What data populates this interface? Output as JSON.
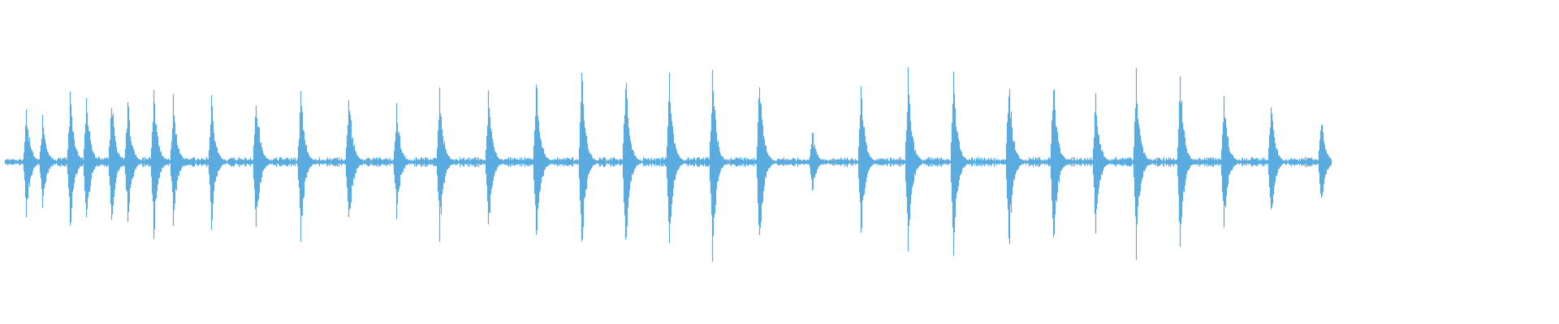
{
  "waveform": {
    "color": "#5aabe0",
    "background": "#ffffff",
    "baseline_level": 0.02,
    "events": [
      {
        "t": 0.0165,
        "amp": 0.6
      },
      {
        "t": 0.027,
        "amp": 0.52
      },
      {
        "t": 0.045,
        "amp": 0.82
      },
      {
        "t": 0.055,
        "amp": 0.72
      },
      {
        "t": 0.0715,
        "amp": 0.72
      },
      {
        "t": 0.082,
        "amp": 0.7
      },
      {
        "t": 0.0985,
        "amp": 0.82
      },
      {
        "t": 0.111,
        "amp": 0.68
      },
      {
        "t": 0.1355,
        "amp": 0.7
      },
      {
        "t": 0.164,
        "amp": 0.82
      },
      {
        "t": 0.1925,
        "amp": 0.82
      },
      {
        "t": 0.2235,
        "amp": 0.82
      },
      {
        "t": 0.254,
        "amp": 0.6
      },
      {
        "t": 0.282,
        "amp": 0.8
      },
      {
        "t": 0.313,
        "amp": 0.76
      },
      {
        "t": 0.3435,
        "amp": 1.0
      },
      {
        "t": 0.373,
        "amp": 1.0
      },
      {
        "t": 0.401,
        "amp": 1.0
      },
      {
        "t": 0.429,
        "amp": 1.0
      },
      {
        "t": 0.457,
        "amp": 1.0
      },
      {
        "t": 0.487,
        "amp": 1.0
      },
      {
        "t": 0.521,
        "amp": 0.36
      },
      {
        "t": 0.552,
        "amp": 0.82
      },
      {
        "t": 0.5825,
        "amp": 1.0
      },
      {
        "t": 0.6115,
        "amp": 1.0
      },
      {
        "t": 0.647,
        "amp": 1.0
      },
      {
        "t": 0.6755,
        "amp": 0.96
      },
      {
        "t": 0.7025,
        "amp": 0.78
      },
      {
        "t": 0.7285,
        "amp": 0.96
      },
      {
        "t": 0.757,
        "amp": 0.92
      },
      {
        "t": 0.785,
        "amp": 0.76
      },
      {
        "t": 0.815,
        "amp": 0.68
      },
      {
        "t": 0.8475,
        "amp": 0.52
      }
    ]
  }
}
